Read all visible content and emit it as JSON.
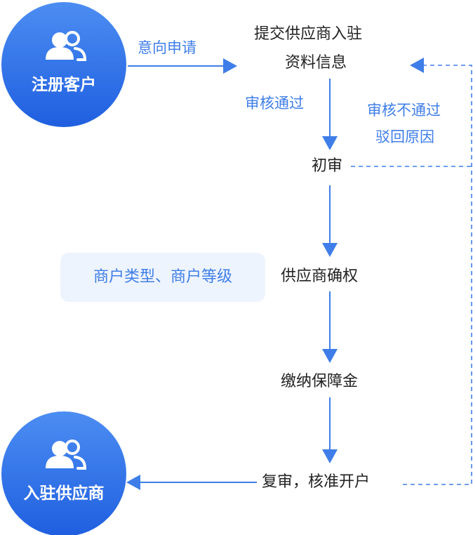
{
  "nodes": {
    "start": "注册客户",
    "submit_line1": "提交供应商入驻",
    "submit_line2": "资料信息",
    "review1": "初审",
    "confirm": "供应商确权",
    "deposit": "缴纳保障金",
    "review2": "复审，核准开户",
    "end": "入驻供应商"
  },
  "edges": {
    "apply": "意向申请",
    "approved": "审核通过",
    "rejected_line1": "审核不通过",
    "rejected_line2": "驳回原因"
  },
  "note": "商户类型、商户等级",
  "colors": {
    "accent": "#3f7ee8",
    "circle_top": "#4c8df2",
    "circle_bottom": "#1f5fe0",
    "tag_bg": "#eef4fd",
    "text": "#222222"
  },
  "icons": [
    "users-icon"
  ]
}
